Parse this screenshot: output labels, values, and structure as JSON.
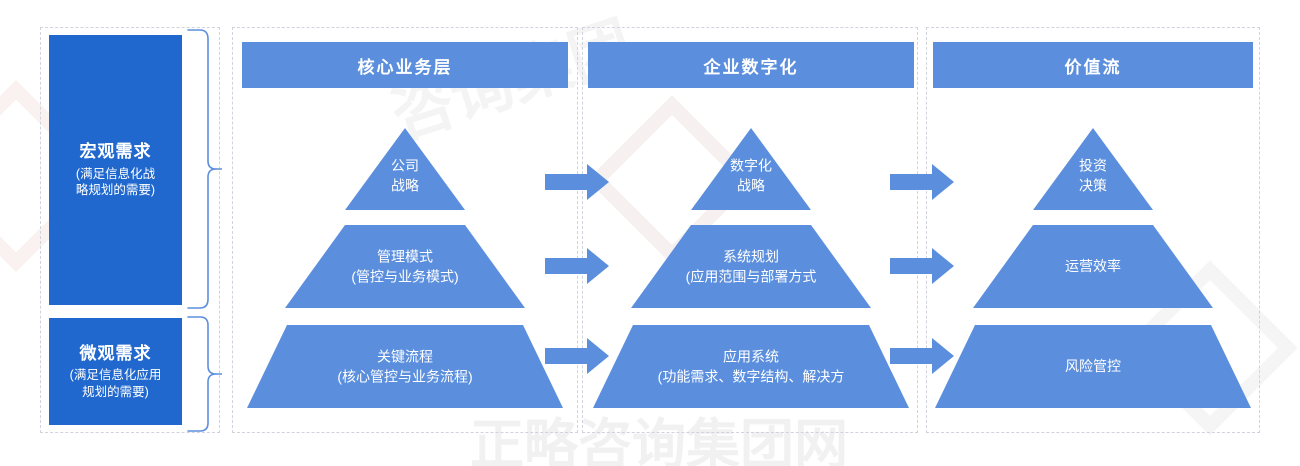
{
  "colors": {
    "header_bar": "#5B8FDE",
    "pyramid_tier": "#5B8FDE",
    "requirement_box": "#2068CE",
    "arrow": "#5B8FDE",
    "bracket_line": "#5B8FDE",
    "panel_border": "#cfd3dc",
    "background": "#ffffff",
    "text_on_blue": "#ffffff"
  },
  "requirements": [
    {
      "id": "macro",
      "title": "宏观需求",
      "subtitle_lines": [
        "(满足信息化战",
        "略规划的需要)"
      ],
      "bracket": "right-curly-brace"
    },
    {
      "id": "micro",
      "title": "微观需求",
      "subtitle_lines": [
        "(满足信息化应用",
        "规划的需要)"
      ],
      "bracket": "right-curly-brace"
    }
  ],
  "columns": [
    {
      "id": "core-business-layer",
      "header": "核心业务层",
      "tiers": [
        {
          "id": "company-strategy",
          "lines": [
            "公司",
            "战略"
          ]
        },
        {
          "id": "management-model",
          "lines": [
            "管理模式",
            "(管控与业务模式)"
          ]
        },
        {
          "id": "key-process",
          "lines": [
            "关键流程",
            "(核心管控与业务流程)"
          ]
        }
      ]
    },
    {
      "id": "enterprise-digitalization",
      "header": "企业数字化",
      "tiers": [
        {
          "id": "digital-strategy",
          "lines": [
            "数字化",
            "战略"
          ]
        },
        {
          "id": "system-planning",
          "lines": [
            "系统规划",
            "(应用范围与部署方式"
          ]
        },
        {
          "id": "application-system",
          "lines": [
            "应用系统",
            "(功能需求、数字结构、解决方"
          ]
        }
      ]
    },
    {
      "id": "value-stream",
      "header": "价值流",
      "tiers": [
        {
          "id": "investment-decision",
          "lines": [
            "投资",
            "决策"
          ]
        },
        {
          "id": "operational-efficiency",
          "lines": [
            "运营效率"
          ]
        },
        {
          "id": "risk-control",
          "lines": [
            "风险管控"
          ]
        }
      ]
    }
  ],
  "arrows": [
    {
      "id": "arrow-col1-col2-row1",
      "icon": "right-arrow-icon"
    },
    {
      "id": "arrow-col1-col2-row2",
      "icon": "right-arrow-icon"
    },
    {
      "id": "arrow-col1-col2-row3",
      "icon": "right-arrow-icon"
    },
    {
      "id": "arrow-col2-col3-row1",
      "icon": "right-arrow-icon"
    },
    {
      "id": "arrow-col2-col3-row2",
      "icon": "right-arrow-icon"
    },
    {
      "id": "arrow-col2-col3-row3",
      "icon": "right-arrow-icon"
    }
  ],
  "watermark": {
    "text_top": "咨询集团",
    "text_bottom": "正略咨询集团网"
  }
}
